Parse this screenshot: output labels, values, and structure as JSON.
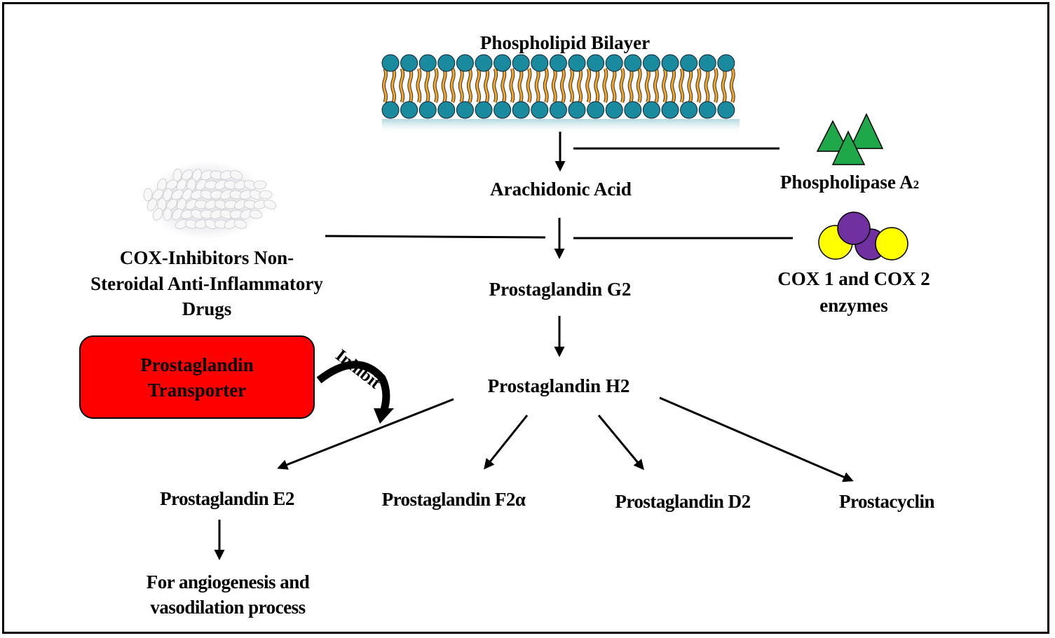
{
  "diagram": {
    "title": "Phospholipid Bilayer",
    "nodes": {
      "arachidonic_acid": "Arachidonic Acid",
      "pg_g2": "Prostaglandin G2",
      "pg_h2": "Prostaglandin H2",
      "pg_e2": "Prostaglandin E2",
      "pg_f2a": "Prostaglandin F2α",
      "pg_d2": "Prostaglandin D2",
      "prostacyclin": "Prostacyclin",
      "outcome_line1": "For angiogenesis and",
      "outcome_line2": "vasodilation process"
    },
    "enzymes": {
      "pla2_main": "Phospholipase A",
      "pla2_sub": "2",
      "cox_line1": "COX 1 and COX 2",
      "cox_line2": "enzymes"
    },
    "drugs": {
      "line1": "COX-Inhibitors Non-",
      "line2": "Steroidal Anti-Inflammatory",
      "line3": "Drugs"
    },
    "transporter": {
      "label": "Prostaglandin\nTransporter",
      "action": "Inhibit"
    },
    "colors": {
      "lipid_head": "#1a8a9e",
      "lipid_tail": "#f5a623",
      "pla2": "#1fa84a",
      "cox_yellow": "#ffff00",
      "cox_purple": "#7030a0",
      "transporter": "#ff0000"
    }
  }
}
